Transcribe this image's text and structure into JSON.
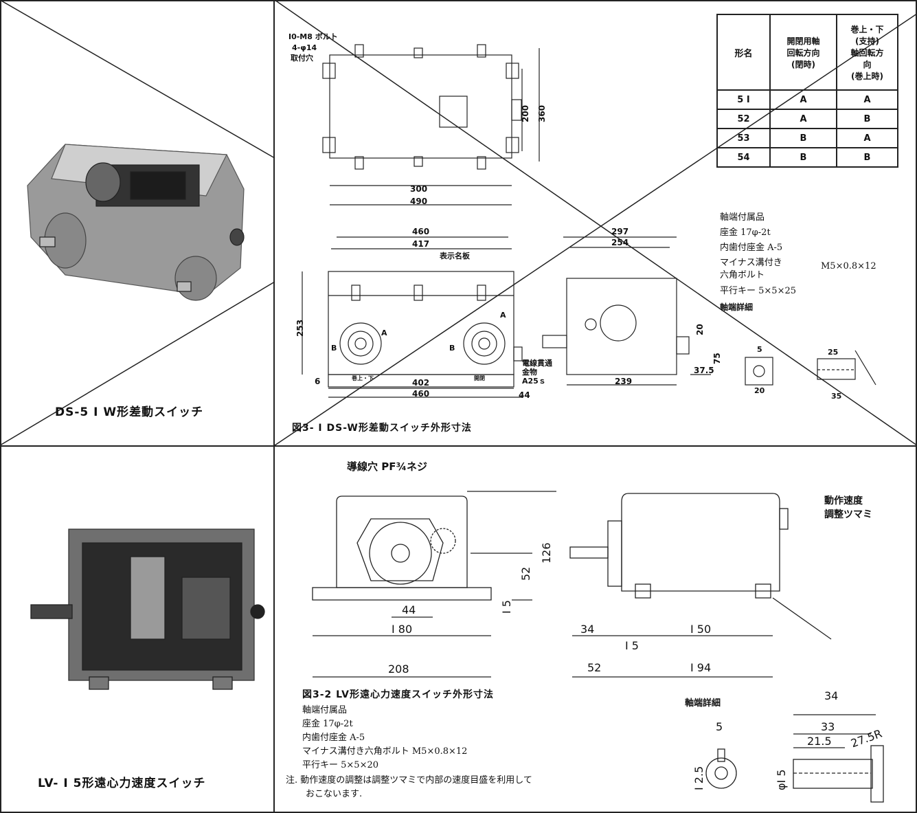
{
  "top": {
    "photo_caption": "DS-5 I W形差動スイッチ",
    "figure_caption": "図3- I  DS-W形差動スイッチ外形寸法",
    "plan_labels": {
      "bolt": "I0-M8 ボルト",
      "hole": "4-φ14",
      "hole2": "取付穴",
      "d300": "300",
      "d490": "490",
      "d200": "200",
      "d360": "360"
    },
    "front_labels": {
      "d460": "460",
      "d417": "417",
      "nameplate": "表示名板",
      "d253": "253",
      "d6": "6",
      "d402": "402",
      "d460b": "460",
      "d44": "44",
      "conduit": "電線貫通",
      "conduit2": "金物",
      "conduit3": "A25ｓ",
      "a1": "A",
      "b1": "B",
      "a2": "A",
      "b2": "B",
      "bottom1": "巻上・下",
      "bottom2": "開閉"
    },
    "side_labels": {
      "d297": "297",
      "d254": "254",
      "d239": "239",
      "d37_5": "37.5",
      "d75": "75",
      "d20": "20"
    },
    "shaft_notes": {
      "title": "軸端付属品",
      "l1": "座金  17φ-2t",
      "l2": "内歯付座金  A-5",
      "l3a": "マイナス溝付き",
      "l3b": "六角ボルト",
      "l3c": "M5×0.8×12",
      "l4": "平行キー  5×5×25",
      "detail": "軸端詳細"
    },
    "shaft_detail_dims": {
      "d5": "5",
      "d20": "20",
      "d25": "25",
      "d35": "35"
    },
    "table": {
      "headers": [
        "形名",
        "開閉用軸\n回転方向\n(閉時)",
        "巻上・下\n(支持)\n軸回転方\n向\n(巻上時)"
      ],
      "rows": [
        [
          "5 I",
          "A",
          "A"
        ],
        [
          "52",
          "A",
          "B"
        ],
        [
          "53",
          "B",
          "A"
        ],
        [
          "54",
          "B",
          "B"
        ]
      ]
    }
  },
  "bottom": {
    "photo_caption": "LV- I 5形遠心力速度スイッチ",
    "figure_caption": "図3-2  LV形遠心力速度スイッチ外形寸法",
    "front_labels": {
      "conduit": "導線穴  PF¾ネジ",
      "d126": "126",
      "d52": "52",
      "d15": "I 5",
      "d44": "44",
      "d180": "I 80",
      "d208": "208"
    },
    "side_labels": {
      "knob1": "動作速度",
      "knob2": "調整ツマミ",
      "d34": "34",
      "d150": "I 50",
      "d15": "I 5",
      "d52": "52",
      "d194": "I 94"
    },
    "shaft_notes": {
      "title": "軸端付属品",
      "l1": "座金   17φ-2t",
      "l2": "内歯付座金   A-5",
      "l3": "マイナス溝付き六角ボルト   M5×0.8×12",
      "l4": "平行キー   5×5×20",
      "note1": "注.  動作速度の調整は調整ツマミで内部の速度目盛を利用して",
      "note2": "おこないます."
    },
    "shaft_detail": {
      "title": "軸端詳細",
      "d34": "34",
      "d33": "33",
      "d21_5": "21.5",
      "d27_5r": "27.5R",
      "d5": "5",
      "d12_5": "I 2.5",
      "d15": "φI 5"
    }
  }
}
